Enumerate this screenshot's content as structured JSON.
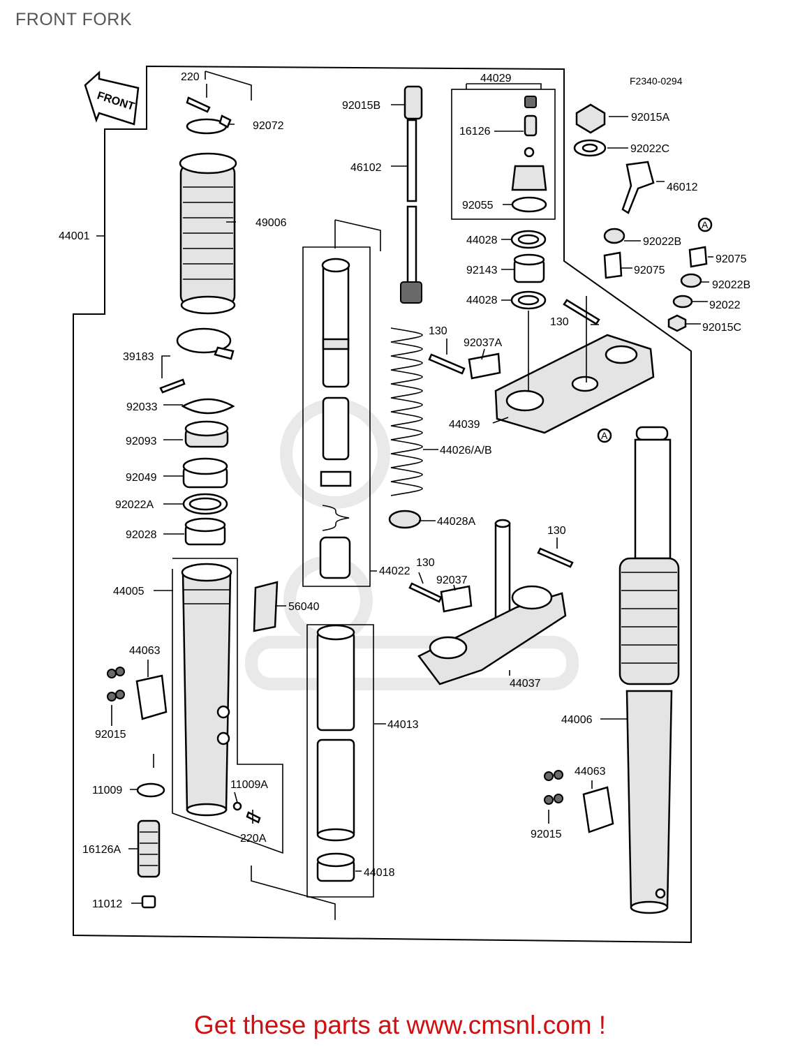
{
  "page": {
    "title": "FRONT FORK",
    "figure_code": "F2340-0294",
    "front_label": "FRONT",
    "footer": "Get these parts at www.cmsnl.com !",
    "footer_color": "#d01010",
    "circle_ref": "A"
  },
  "parts": [
    {
      "id": "220",
      "label": "220"
    },
    {
      "id": "92072",
      "label": "92072"
    },
    {
      "id": "49006",
      "label": "49006"
    },
    {
      "id": "44001",
      "label": "44001"
    },
    {
      "id": "39183",
      "label": "39183"
    },
    {
      "id": "92033",
      "label": "92033"
    },
    {
      "id": "92093",
      "label": "92093"
    },
    {
      "id": "92049",
      "label": "92049"
    },
    {
      "id": "92022A",
      "label": "92022A"
    },
    {
      "id": "92028",
      "label": "92028"
    },
    {
      "id": "44005",
      "label": "44005"
    },
    {
      "id": "44063-left",
      "label": "44063"
    },
    {
      "id": "92015-left",
      "label": "92015"
    },
    {
      "id": "11009",
      "label": "11009"
    },
    {
      "id": "11009A",
      "label": "11009A"
    },
    {
      "id": "220A",
      "label": "220A"
    },
    {
      "id": "16126A",
      "label": "16126A"
    },
    {
      "id": "11012",
      "label": "11012"
    },
    {
      "id": "92015B",
      "label": "92015B"
    },
    {
      "id": "46102",
      "label": "46102"
    },
    {
      "id": "44029",
      "label": "44029"
    },
    {
      "id": "16126",
      "label": "16126"
    },
    {
      "id": "92055",
      "label": "92055"
    },
    {
      "id": "44028-top",
      "label": "44028"
    },
    {
      "id": "92143",
      "label": "92143"
    },
    {
      "id": "44028-bottom",
      "label": "44028"
    },
    {
      "id": "92015A",
      "label": "92015A"
    },
    {
      "id": "92022C",
      "label": "92022C"
    },
    {
      "id": "46012",
      "label": "46012"
    },
    {
      "id": "92022B-1",
      "label": "92022B"
    },
    {
      "id": "92075-1",
      "label": "92075"
    },
    {
      "id": "92075-2",
      "label": "92075"
    },
    {
      "id": "92022B-2",
      "label": "92022B"
    },
    {
      "id": "92022",
      "label": "92022"
    },
    {
      "id": "92015C",
      "label": "92015C"
    },
    {
      "id": "130-top-right",
      "label": "130"
    },
    {
      "id": "130-top-left",
      "label": "130"
    },
    {
      "id": "92037A",
      "label": "92037A"
    },
    {
      "id": "44039",
      "label": "44039"
    },
    {
      "id": "44026",
      "label": "44026/A/B"
    },
    {
      "id": "44028A",
      "label": "44028A"
    },
    {
      "id": "44022",
      "label": "44022"
    },
    {
      "id": "130-mid-right",
      "label": "130"
    },
    {
      "id": "130-mid-left",
      "label": "130"
    },
    {
      "id": "92037",
      "label": "92037"
    },
    {
      "id": "56040",
      "label": "56040"
    },
    {
      "id": "44037",
      "label": "44037"
    },
    {
      "id": "44013",
      "label": "44013"
    },
    {
      "id": "44018",
      "label": "44018"
    },
    {
      "id": "44006",
      "label": "44006"
    },
    {
      "id": "44063-right",
      "label": "44063"
    },
    {
      "id": "92015-right",
      "label": "92015"
    }
  ]
}
